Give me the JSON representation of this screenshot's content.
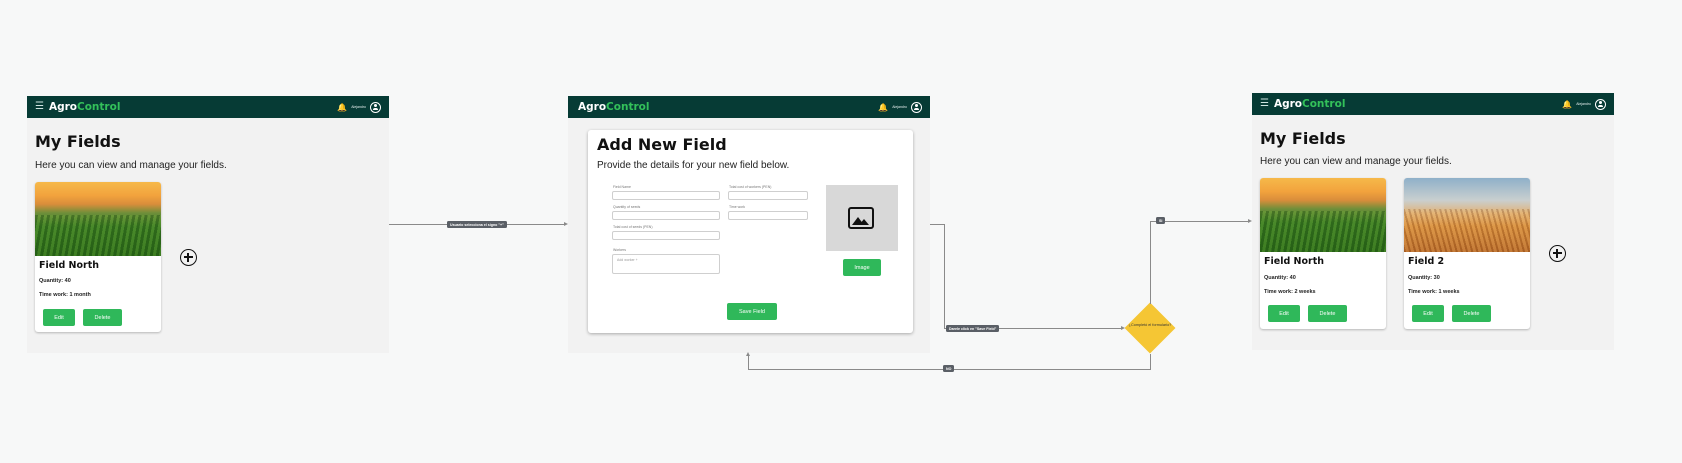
{
  "app": {
    "logo_primary": "Agro",
    "logo_accent": "Control",
    "user_name": "Alejandro",
    "colors": {
      "topbar": "#063b35",
      "accent": "#33c15a",
      "button": "#2fb85a",
      "decision": "#f5c634"
    }
  },
  "screen1": {
    "title": "My Fields",
    "subtitle": "Here you can view and manage your fields.",
    "cards": [
      {
        "name": "Field North",
        "quantity": "Quantity: 40",
        "time": "Time work: 1 month",
        "edit": "Edit",
        "delete": "Delete",
        "image": "corn-field-sunset"
      }
    ]
  },
  "screen2": {
    "title": "Add New Field",
    "subtitle": "Provide the details for your new field below.",
    "fields": {
      "field_name": "Field Name",
      "quantity_seeds": "Quantity of seeds",
      "total_cost_seeds": "Total cost of seeds (PEN)",
      "workers": "Workers",
      "workers_placeholder": "Add worker +",
      "total_cost_workers": "Total cost of workers (PEN)",
      "time_work": "Time work"
    },
    "image_button": "Image",
    "save_button": "Save Field"
  },
  "screen3": {
    "title": "My Fields",
    "subtitle": "Here you can view and manage your fields.",
    "cards": [
      {
        "name": "Field North",
        "quantity": "Quantity: 40",
        "time": "Time work: 2 weeks",
        "edit": "Edit",
        "delete": "Delete",
        "image": "corn-field-sunset"
      },
      {
        "name": "Field 2",
        "quantity": "Quantity: 30",
        "time": "Time work: 1 weeks",
        "edit": "Edit",
        "delete": "Delete",
        "image": "wheat-field"
      }
    ]
  },
  "flow": {
    "edge1_label": "Usuario selecciona el signo \"+\"",
    "edge2_label": "Darele click en \"Save Field\"",
    "decision_label": "¿Completó el formulario?",
    "yes_label": "SI",
    "no_label": "NO"
  }
}
